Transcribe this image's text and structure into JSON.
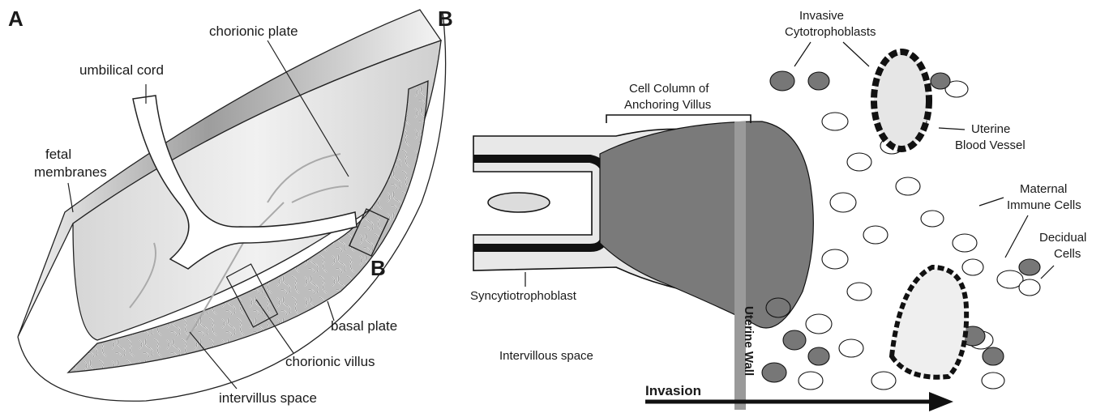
{
  "panels": {
    "a": {
      "letter": "A",
      "inset_letter": "B",
      "labels": {
        "chorionic_plate": "chorionic plate",
        "umbilical_cord": "umbilical cord",
        "fetal_membranes_1": "fetal",
        "fetal_membranes_2": "membranes",
        "basal_plate": "basal plate",
        "chorionic_villus": "chorionic villus",
        "intervillus_space": "intervillus space"
      }
    },
    "b": {
      "letter": "B",
      "labels": {
        "invasive_1": "Invasive",
        "invasive_2": "Cytotrophoblasts",
        "cell_column_1": "Cell Column of",
        "cell_column_2": "Anchoring Villus",
        "uterine_vessel_1": "Uterine",
        "uterine_vessel_2": "Blood Vessel",
        "maternal_1": "Maternal",
        "maternal_2": "Immune Cells",
        "decidual_1": "Decidual",
        "decidual_2": "Cells",
        "syncytio": "Syncytiotrophoblast",
        "intervillous": "Intervillous space",
        "uterine_wall": "Uterine Wall",
        "invasion": "Invasion"
      }
    }
  },
  "colors": {
    "ink": "#1a1a1a",
    "cell_dark": "#6e6e6e",
    "cell_light": "#ffffff",
    "nucleus": "#111111",
    "wall": "#9a9a9a",
    "plate_gray": "#b9b9b9"
  }
}
